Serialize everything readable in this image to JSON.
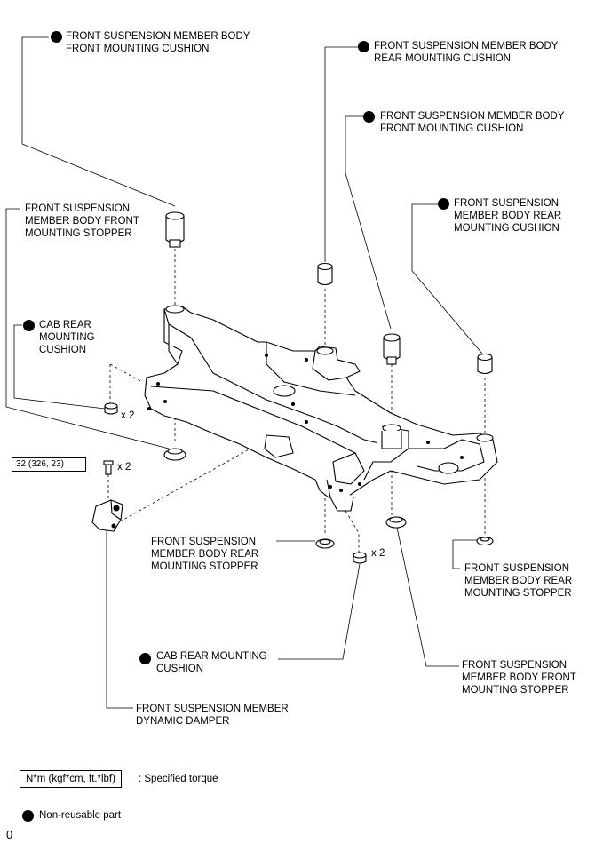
{
  "labels": {
    "front_cushion_top_left": "FRONT SUSPENSION MEMBER BODY\nFRONT MOUNTING CUSHION",
    "rear_cushion_top": "FRONT SUSPENSION MEMBER BODY\nREAR MOUNTING CUSHION",
    "front_cushion_mid": "FRONT SUSPENSION MEMBER BODY\nFRONT MOUNTING CUSHION",
    "rear_cushion_right": "FRONT SUSPENSION\nMEMBER BODY REAR\nMOUNTING CUSHION",
    "front_stopper_left": "FRONT SUSPENSION\nMEMBER BODY FRONT\nMOUNTING STOPPER",
    "cab_rear_cushion_left": "CAB REAR\nMOUNTING\nCUSHION",
    "rear_stopper_center": "FRONT SUSPENSION\nMEMBER BODY REAR\nMOUNTING STOPPER",
    "rear_stopper_right": "FRONT SUSPENSION\nMEMBER BODY REAR\nMOUNTING STOPPER",
    "cab_rear_cushion_bottom": "CAB REAR MOUNTING\nCUSHION",
    "front_stopper_right": "FRONT SUSPENSION\nMEMBER BODY FRONT\nMOUNTING STOPPER",
    "dynamic_damper": "FRONT SUSPENSION MEMBER\nDYNAMIC DAMPER"
  },
  "quantities": {
    "cab_cushion_qty": "x 2",
    "bolt_qty": "x 2",
    "cab_cushion_bottom_qty": "x 2"
  },
  "torque": "32 (326, 23)",
  "legend": {
    "torque_unit": "N*m (kgf*cm, ft.*lbf)",
    "torque_desc": ": Specified torque",
    "non_reusable": "Non-reusable part"
  },
  "footer_mark": "0",
  "colors": {
    "ink": "#000000",
    "background": "#ffffff",
    "part_fill": "#ffffff"
  }
}
